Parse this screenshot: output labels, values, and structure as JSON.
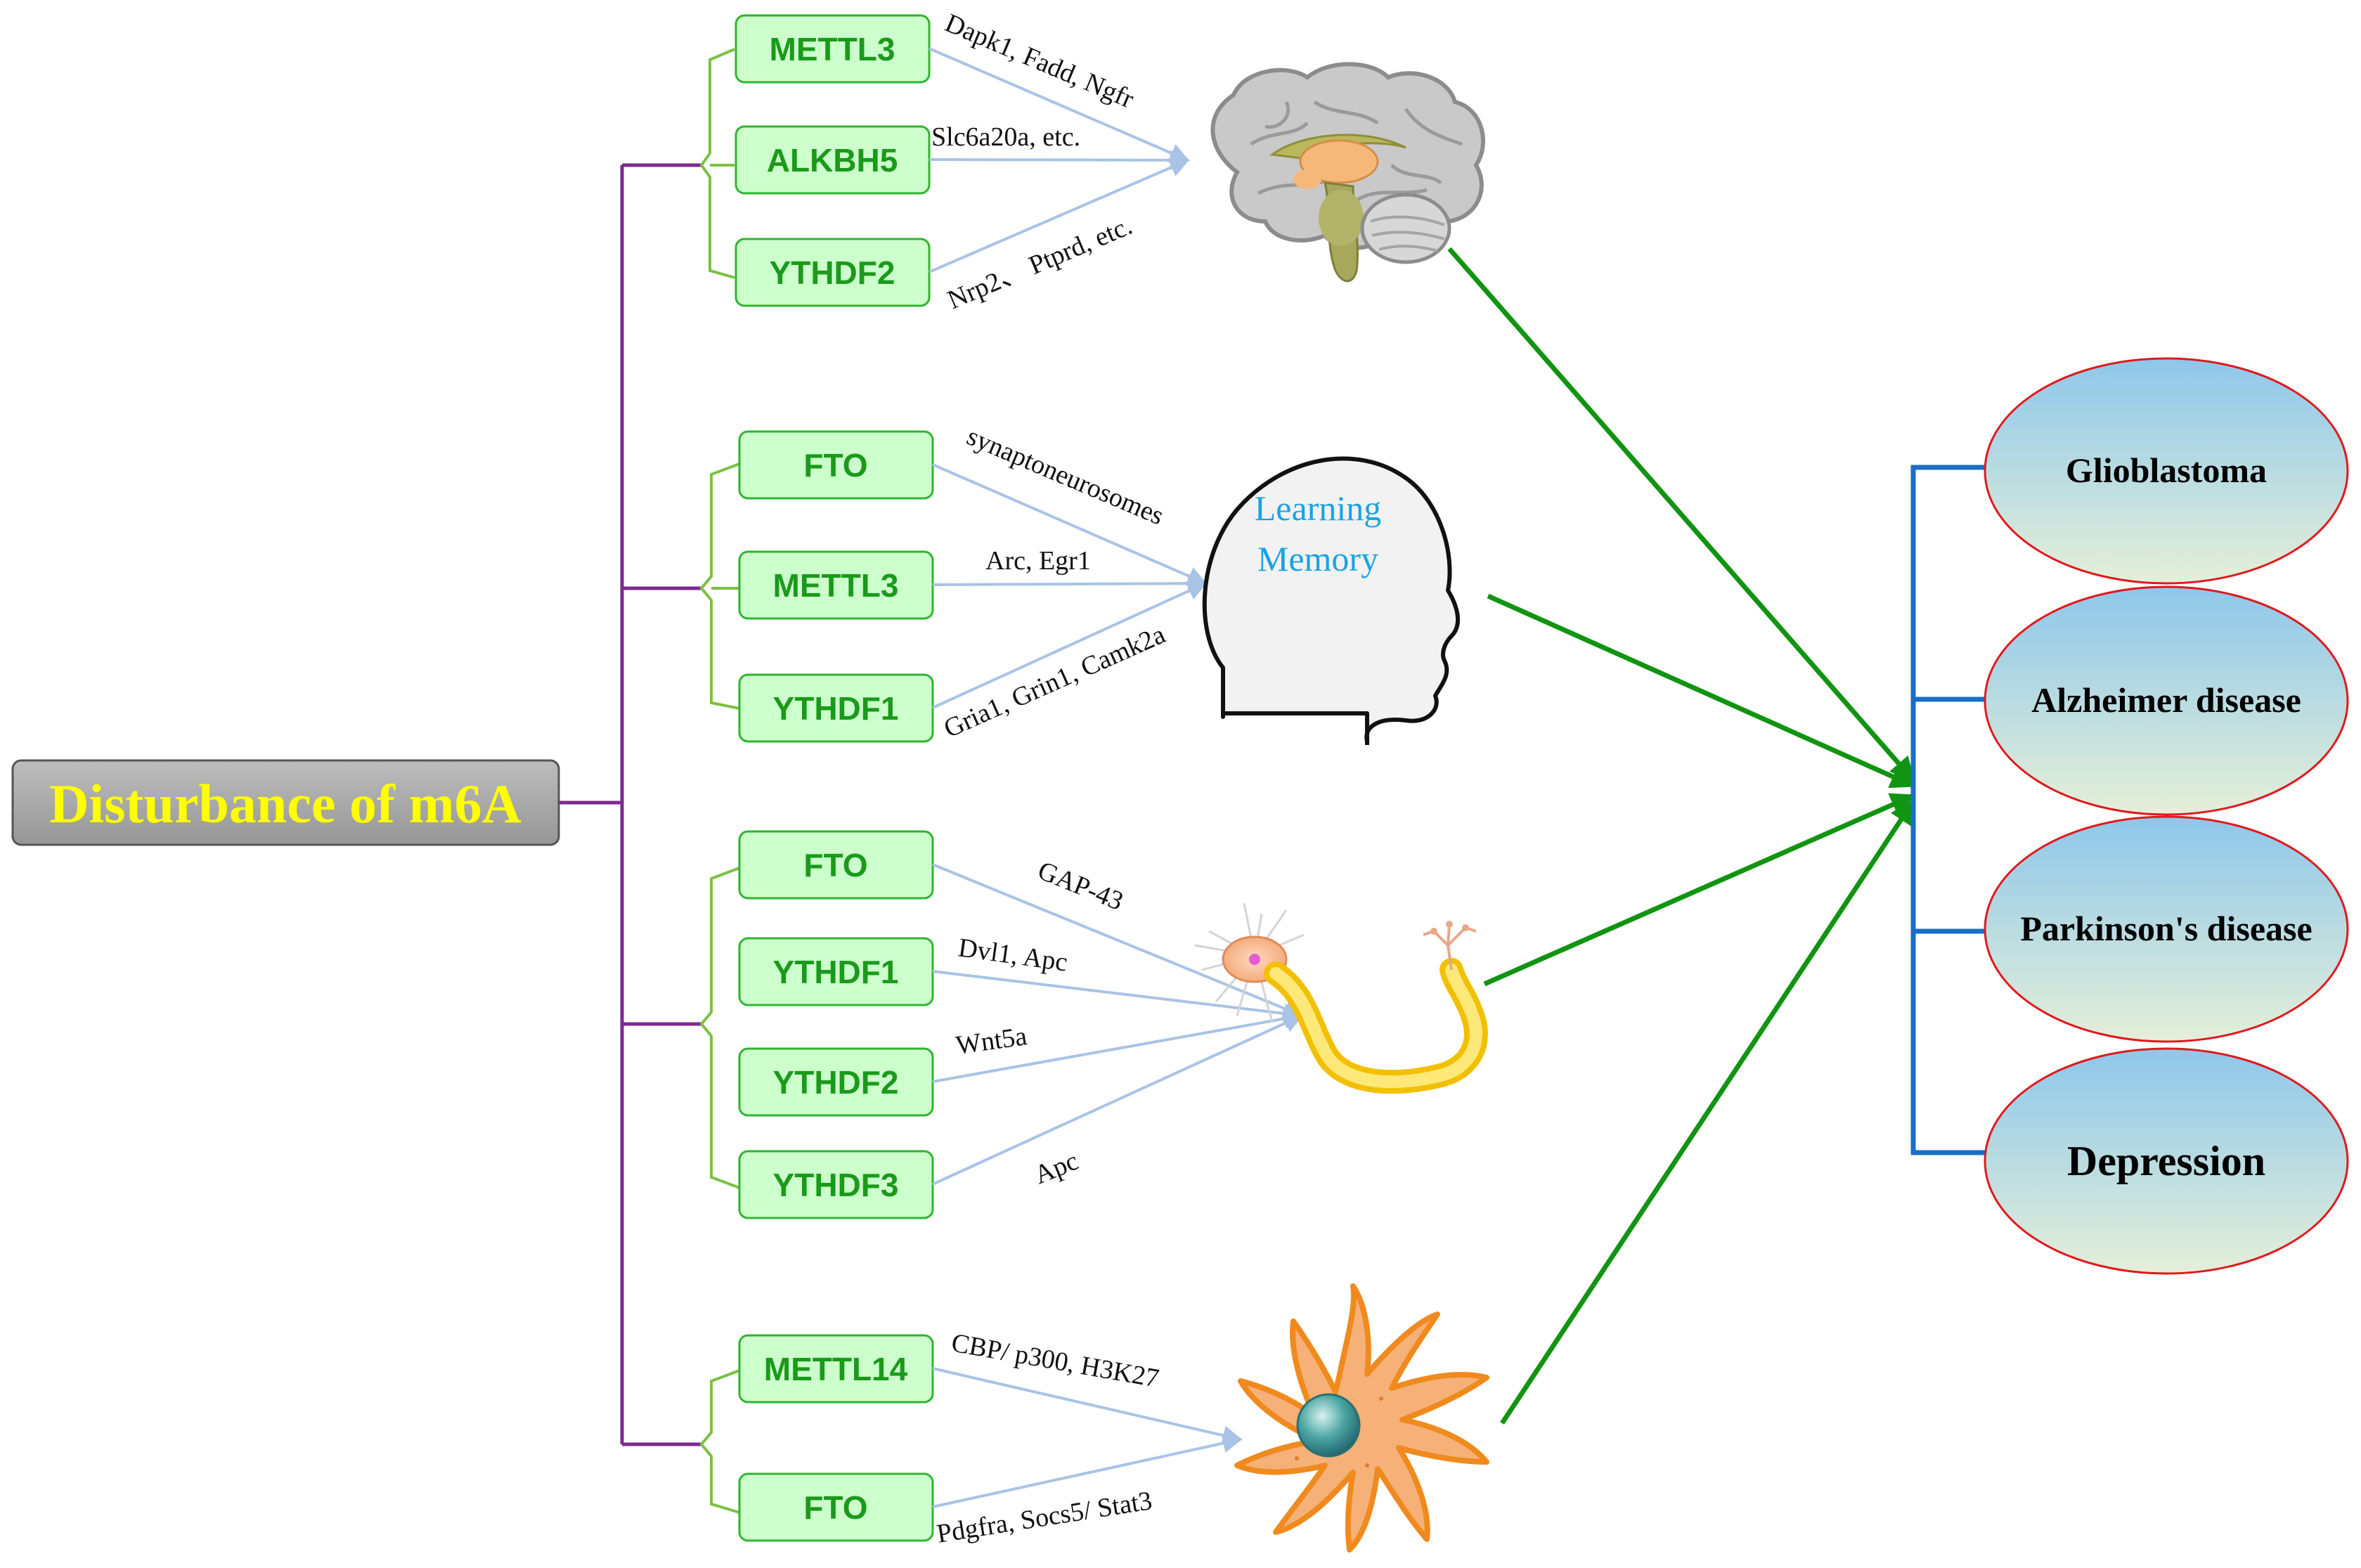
{
  "root": {
    "label": "Disturbance of m6A",
    "text_color": "#ffff00",
    "fill": "#a9a9a9"
  },
  "colors": {
    "root_bracket": "#7b2a8e",
    "group_bracket": "#7ac143",
    "gene_box_fill": "#ccffcc",
    "gene_box_stroke": "#2fb52f",
    "gene_text": "#1a9a1a",
    "target_arrow": "#a9c3e6",
    "disease_arrow": "#119411",
    "disease_bracket": "#1a6fc4",
    "disease_stroke": "#e0191c",
    "disease_fill_top": "#8ec7ea",
    "disease_fill_bottom": "#e5efd9",
    "learning_memory_text": "#1aa3e2"
  },
  "groups": [
    {
      "icon": "brain-icon",
      "genes": [
        "METTL3",
        "ALKBH5",
        "YTHDF2"
      ],
      "targets": [
        "Dapk1, Fadd, Ngfr",
        "Slc6a20a, etc.",
        "Nrp2、 Ptprd, etc."
      ]
    },
    {
      "icon": "head-icon",
      "genes": [
        "FTO",
        "METTL3",
        "YTHDF1"
      ],
      "targets": [
        "synaptoneurosomes",
        "Arc, Egr1",
        "Gria1, Grin1, Camk2a"
      ],
      "head_labels": [
        "Learning",
        "Memory"
      ]
    },
    {
      "icon": "neuron-icon",
      "genes": [
        "FTO",
        "YTHDF1",
        "YTHDF2",
        "YTHDF3"
      ],
      "targets": [
        "GAP-43",
        "Dvl1, Apc",
        "Wnt5a",
        "Apc"
      ]
    },
    {
      "icon": "astrocyte-icon",
      "genes": [
        "METTL14",
        "FTO"
      ],
      "targets": [
        "CBP/ p300, H3K27",
        "Pdgfra, Socs5/ Stat3"
      ]
    }
  ],
  "diseases": [
    "Glioblastoma",
    "Alzheimer disease",
    "Parkinson's disease",
    "Depression"
  ]
}
